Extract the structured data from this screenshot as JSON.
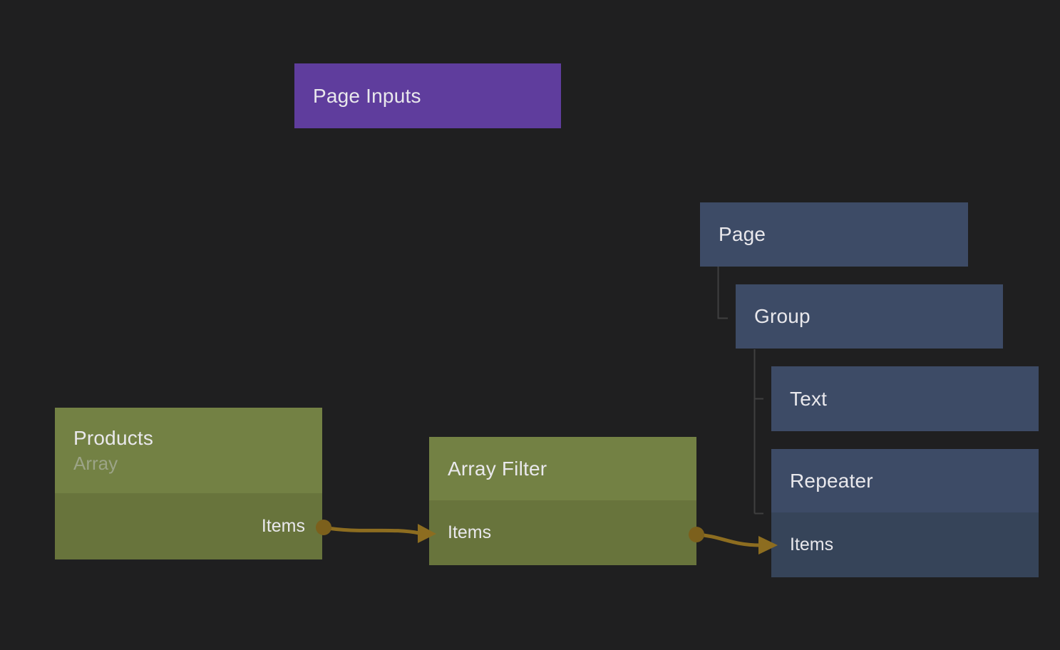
{
  "canvas": {
    "background": "#1f1f20"
  },
  "colors": {
    "bg": "#1f1f20",
    "purple-node": "#5f3d9d",
    "blue-header": "#3d4b66",
    "blue-ports": "#364459",
    "green-header": "#738144",
    "green-ports": "#68743c",
    "wire": "#8d6d20",
    "port-dot": "#7c601c",
    "tree-line": "#3f3f3f",
    "title-text": "#e9e8ec",
    "subtitle-text": "#9ca487"
  },
  "nodes": {
    "page_inputs": {
      "label": "Page Inputs"
    },
    "page": {
      "label": "Page"
    },
    "group": {
      "label": "Group"
    },
    "text": {
      "label": "Text"
    },
    "repeater": {
      "label": "Repeater",
      "ports": [
        {
          "label": "Items",
          "kind": "input"
        }
      ]
    },
    "products": {
      "label": "Products",
      "subtitle": "Array",
      "ports": [
        {
          "label": "Items",
          "kind": "output"
        }
      ]
    },
    "array_filter": {
      "label": "Array Filter",
      "ports": [
        {
          "label": "Items",
          "kind": "input"
        }
      ]
    }
  },
  "connections": [
    {
      "from": "Products.Items",
      "to": "Array Filter.Items"
    },
    {
      "from": "Array Filter.Items",
      "to": "Repeater.Items"
    }
  ]
}
